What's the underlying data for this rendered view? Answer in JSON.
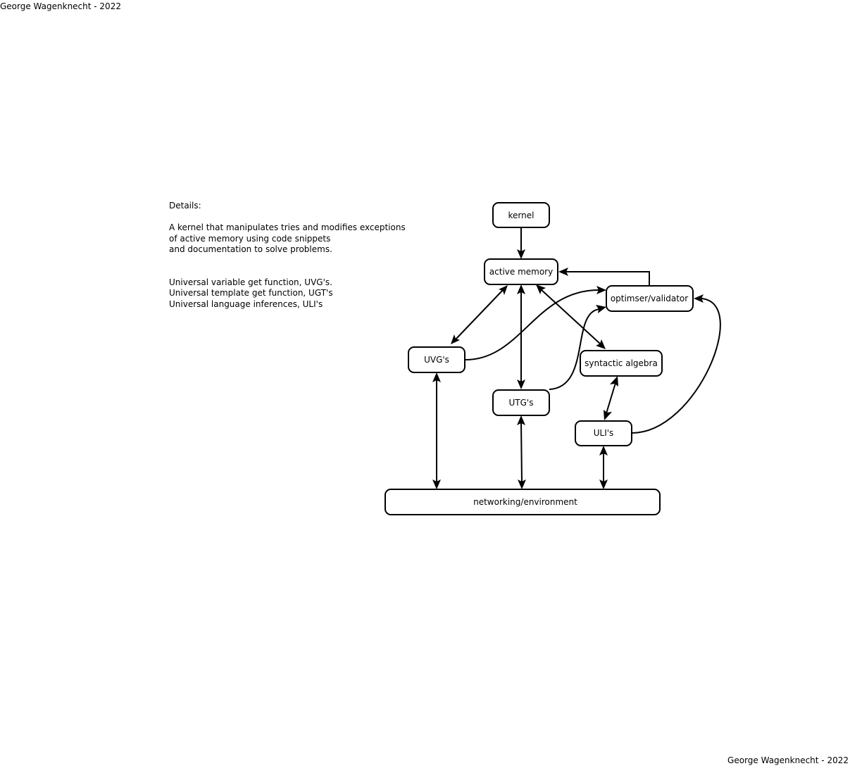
{
  "credits": {
    "top": "George Wagenknecht - 2022",
    "bottom": "George Wagenknecht - 2022"
  },
  "details": {
    "heading": "Details:",
    "description": [
      "A kernel that manipulates tries and modifies exceptions",
      "of active memory using code snippets",
      "and documentation to solve problems."
    ],
    "definitions": [
      "Universal variable get function, UVG's.",
      "Universal template get function, UGT's",
      "Universal language inferences, ULI's"
    ]
  },
  "nodes": {
    "kernel": "kernel",
    "active_memory": "active memory",
    "optimiser": "optimser/validator",
    "uvg": "UVG's",
    "syntactic": "syntactic algebra",
    "utg": "UTG's",
    "uli": "ULI's",
    "network": "networking/environment"
  },
  "edges": [
    {
      "from": "kernel",
      "to": "active memory",
      "direction": "one-way"
    },
    {
      "from": "optimser/validator",
      "to": "active memory",
      "direction": "one-way"
    },
    {
      "from": "active memory",
      "to": "UVG's",
      "direction": "two-way"
    },
    {
      "from": "active memory",
      "to": "UTG's",
      "direction": "two-way"
    },
    {
      "from": "active memory",
      "to": "syntactic algebra",
      "direction": "two-way"
    },
    {
      "from": "UVG's",
      "to": "optimser/validator",
      "direction": "one-way"
    },
    {
      "from": "UTG's",
      "to": "optimser/validator",
      "direction": "one-way"
    },
    {
      "from": "ULI's",
      "to": "optimser/validator",
      "direction": "one-way"
    },
    {
      "from": "syntactic algebra",
      "to": "ULI's",
      "direction": "two-way"
    },
    {
      "from": "UVG's",
      "to": "networking/environment",
      "direction": "two-way"
    },
    {
      "from": "UTG's",
      "to": "networking/environment",
      "direction": "two-way"
    },
    {
      "from": "ULI's",
      "to": "networking/environment",
      "direction": "two-way"
    }
  ]
}
